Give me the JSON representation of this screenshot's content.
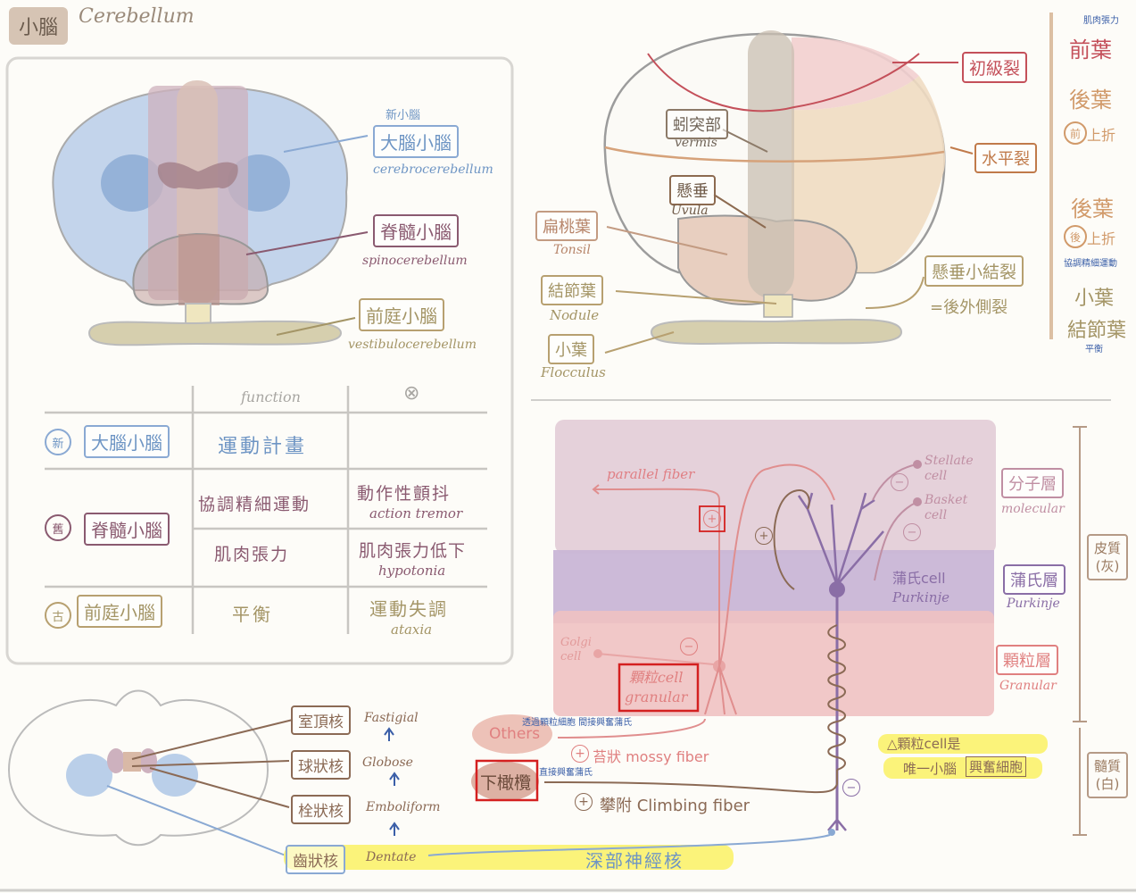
{
  "page_title": {
    "zh": "小腦",
    "en": "Cerebellum"
  },
  "panel1": {
    "neo_note": "新小腦",
    "cerebro_zh": "大腦小腦",
    "cerebro_en": "cerebrocerebellum",
    "spino_zh": "脊髓小腦",
    "spino_en": "spinocerebellum",
    "vestib_zh": "前庭小腦",
    "vestib_en": "vestibulocerebellum"
  },
  "table": {
    "headers": [
      "function",
      "⊗"
    ],
    "rows": [
      {
        "mark": "新",
        "name": "大腦小腦",
        "functions": [
          {
            "fn": "運動計畫",
            "lesion_zh": "",
            "lesion_en": ""
          }
        ]
      },
      {
        "mark": "舊",
        "name": "脊髓小腦",
        "functions": [
          {
            "fn": "協調精細運動",
            "lesion_zh": "動作性顫抖",
            "lesion_en": "action tremor"
          },
          {
            "fn": "肌肉張力",
            "lesion_zh": "肌肉張力低下",
            "lesion_en": "hypotonia"
          }
        ]
      },
      {
        "mark": "古",
        "name": "前庭小腦",
        "functions": [
          {
            "fn": "平衡",
            "lesion_zh": "運動失調",
            "lesion_en": "ataxia"
          }
        ]
      }
    ]
  },
  "panel2": {
    "primary_fissure": "初級裂",
    "vermis_zh": "蚓突部",
    "vermis_en": "vermis",
    "horizontal_fissure": "水平裂",
    "uvula_zh": "懸垂",
    "uvula_en": "Uvula",
    "tonsil_zh": "扁桃葉",
    "tonsil_en": "Tonsil",
    "nodule_zh": "結節葉",
    "nodule_en": "Nodule",
    "flocculus_zh": "小葉",
    "flocculus_en": "Flocculus",
    "postero_fissure": "懸垂小結裂",
    "postero_alias": "=後外側裂",
    "side_top_note": "肌肉張力",
    "anterior_lobe": "前葉",
    "posterior_lobe_1": "後葉",
    "posterior_1_sub_mark": "前",
    "posterior_1_sub": "上折",
    "posterior_lobe_2": "後葉",
    "posterior_2_sub_mark": "後",
    "posterior_2_sub": "上折",
    "side_mid_note": "協調精細運動",
    "floc_lobe_1": "小葉",
    "floc_lobe_2": "結節葉",
    "side_bottom_note": "平衡"
  },
  "panel3": {
    "parallel_fiber": "parallel fiber",
    "stellate": "Stellate\ncell",
    "basket": "Basket\ncell",
    "purkinje_cell_zh": "蒲氏cell",
    "purkinje_cell_en": "Purkinje",
    "golgi": "Golgi\ncell",
    "granule_cell": "顆粒cell\ngranular",
    "others": "Others",
    "others_note": "透過顆粒細胞 間接興奮蒲氏",
    "mossy_fiber": "苔狀 mossy fiber",
    "inferior_olive": "下橄欖",
    "olive_note": "直接興奮蒲氏",
    "climbing_fiber": "攀附 Climbing fiber",
    "layer_molecular_zh": "分子層",
    "layer_molecular_en": "molecular",
    "layer_purkinje_zh": "蒲氏層",
    "layer_purkinje_en": "Purkinje",
    "layer_granular_zh": "顆粒層",
    "layer_granular_en": "Granular",
    "cortex_label": "皮質\n(灰)",
    "medulla_label": "髓質\n(白)",
    "note_line1": "△顆粒cell是",
    "note_line2_a": "唯一小腦",
    "note_line2_b": "興奮細胞",
    "plus": "+",
    "minus": "−"
  },
  "nuclei": {
    "fastigial_zh": "室頂核",
    "fastigial_en": "Fastigial",
    "globose_zh": "球狀核",
    "globose_en": "Globose",
    "emboliform_zh": "栓狀核",
    "emboliform_en": "Emboliform",
    "dentate_zh": "齒狀核",
    "dentate_en": "Dentate",
    "deep_nuclei": "深部神經核"
  },
  "colors": {
    "cerebro": "#a9c3e5",
    "spino": "#cdb1be",
    "vestib": "#d6cfae",
    "molecular": "#e2ccd6",
    "purkinje_layer": "#c9b6d6",
    "granular": "#f0c2c2",
    "highlight": "#fbf37a",
    "red_box": "#d42020"
  }
}
